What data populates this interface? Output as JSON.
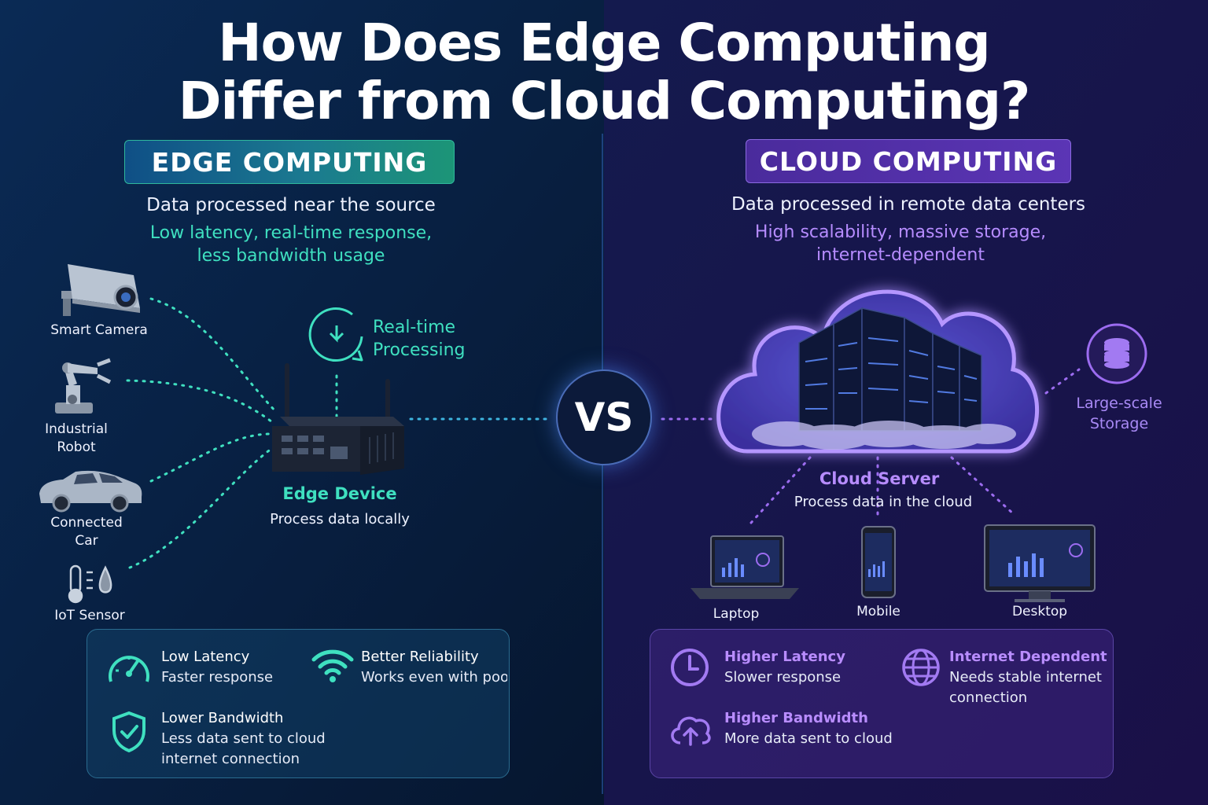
{
  "title": {
    "line1": "How Does Edge Computing",
    "line2": "Differ from Cloud Computing?"
  },
  "vs": "VS",
  "edge": {
    "badge": "EDGE COMPUTING",
    "subtitle": "Data processed near the source",
    "traits_line1": "Low latency, real-time response,",
    "traits_line2": "less bandwidth usage",
    "devices": {
      "camera": "Smart Camera",
      "robot_line1": "Industrial",
      "robot_line2": "Robot",
      "car_line1": "Connected",
      "car_line2": "Car",
      "sensor": "IoT Sensor"
    },
    "realtime_line1": "Real-time",
    "realtime_line2": "Processing",
    "device_title": "Edge Device",
    "device_desc": "Process data locally",
    "features": [
      {
        "title": "Low Latency",
        "desc": "Faster response"
      },
      {
        "title": "Better Reliability",
        "desc": "Works even with poor"
      },
      {
        "title": "Lower Bandwidth",
        "desc": "Less data sent to cloud",
        "desc2": "internet connection"
      }
    ]
  },
  "cloud": {
    "badge": "CLOUD COMPUTING",
    "subtitle": "Data processed in remote data centers",
    "traits_line1": "High scalability, massive storage,",
    "traits_line2": "internet-dependent",
    "storage_line1": "Large-scale",
    "storage_line2": "Storage",
    "server_title": "Cloud Server",
    "server_desc": "Process data in the cloud",
    "clients": {
      "laptop": "Laptop",
      "mobile": "Mobile",
      "desktop": "Desktop"
    },
    "features": [
      {
        "title": "Higher Latency",
        "desc": "Slower response"
      },
      {
        "title": "Internet Dependent",
        "desc": "Needs stable internet",
        "desc2": "connection"
      },
      {
        "title": "Higher Bandwidth",
        "desc": "More data sent to cloud"
      }
    ]
  },
  "colors": {
    "edge_accent": "#3fe0c0",
    "cloud_accent": "#b68cff",
    "background": "#071433"
  }
}
